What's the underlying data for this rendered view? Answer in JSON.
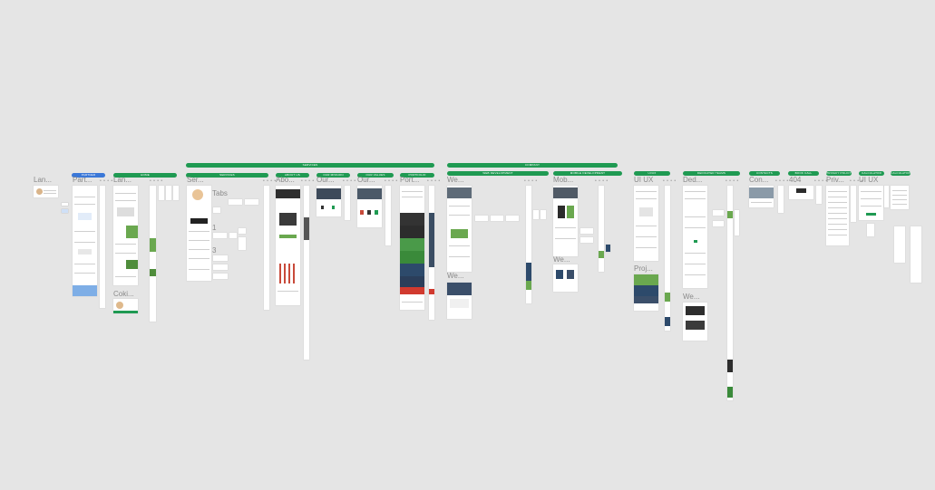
{
  "colors": {
    "canvas": "#e5e5e5",
    "section_green": "#1f9a52",
    "section_blue": "#3b78d8",
    "frame_white": "#ffffff",
    "title_gray": "#8a8a8a"
  },
  "sections": {
    "services": "SERVICES",
    "company": "COMPANY"
  },
  "badges": {
    "partner": "PARTNER",
    "home": "HOME",
    "services": "SERVICES",
    "about_us": "ABOUT US",
    "our_mission": "OUR MISSION",
    "our_values": "OUR VALUES",
    "portfolio": "PORTFOLIO",
    "web_development": "WEB DEVELOPMENT",
    "mobile_development": "MOBILE DEVELOPMENT",
    "ui_ux": "UI/UX",
    "dedicated_teams": "DEDICATED TEAMS",
    "contacts": "CONTACTS",
    "book_call": "BOOK CALL",
    "privacy_policy": "PRIVACY POLICY",
    "calculator": "CALCULATOR",
    "calculation": "CALCULATION"
  },
  "frame_titles": {
    "landing": "Lan...",
    "partner": "Part...",
    "home_landing": "Lan...",
    "cookies": "Coki...",
    "services": "Ser...",
    "tabs": "Tabs",
    "num1": "1",
    "num3": "3",
    "about": "Abo...",
    "our_mission": "Our...",
    "our_values": "Our...",
    "portfolio": "Port...",
    "web1": "We...",
    "web2": "We...",
    "mobile": "Mob...",
    "web3": "We...",
    "ui_ux": "UI UX",
    "projects": "Proj...",
    "dedicated": "Ded...",
    "web4": "We...",
    "contacts": "Con...",
    "page404": "404",
    "privacy": "Priv...",
    "ui_ux2": "UI UX"
  },
  "dots": "• • • •"
}
